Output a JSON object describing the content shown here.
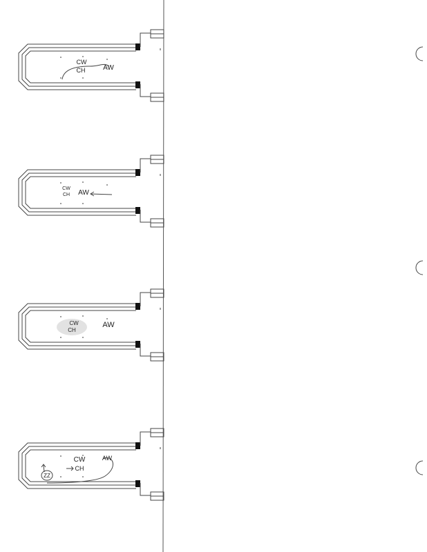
{
  "colors": {
    "ink": "#222222",
    "paper": "#ffffff",
    "smudge": "#cfcfcf"
  },
  "panels": [
    {
      "labels": {
        "cw": "CW",
        "ch": "CH",
        "aw": "AW"
      },
      "annotation": "curved-arrow"
    },
    {
      "labels": {
        "cw": "CW",
        "ch": "CH",
        "aw": "AW"
      },
      "annotation": "left-arrow"
    },
    {
      "labels": {
        "cw": "CW",
        "ch": "CH",
        "aw": "AW"
      },
      "annotation": "smudge"
    },
    {
      "labels": {
        "cw": "CW",
        "ch": "CH",
        "aw": "AW",
        "zz": "ZZ"
      },
      "annotation": "loop-arrow"
    }
  ]
}
